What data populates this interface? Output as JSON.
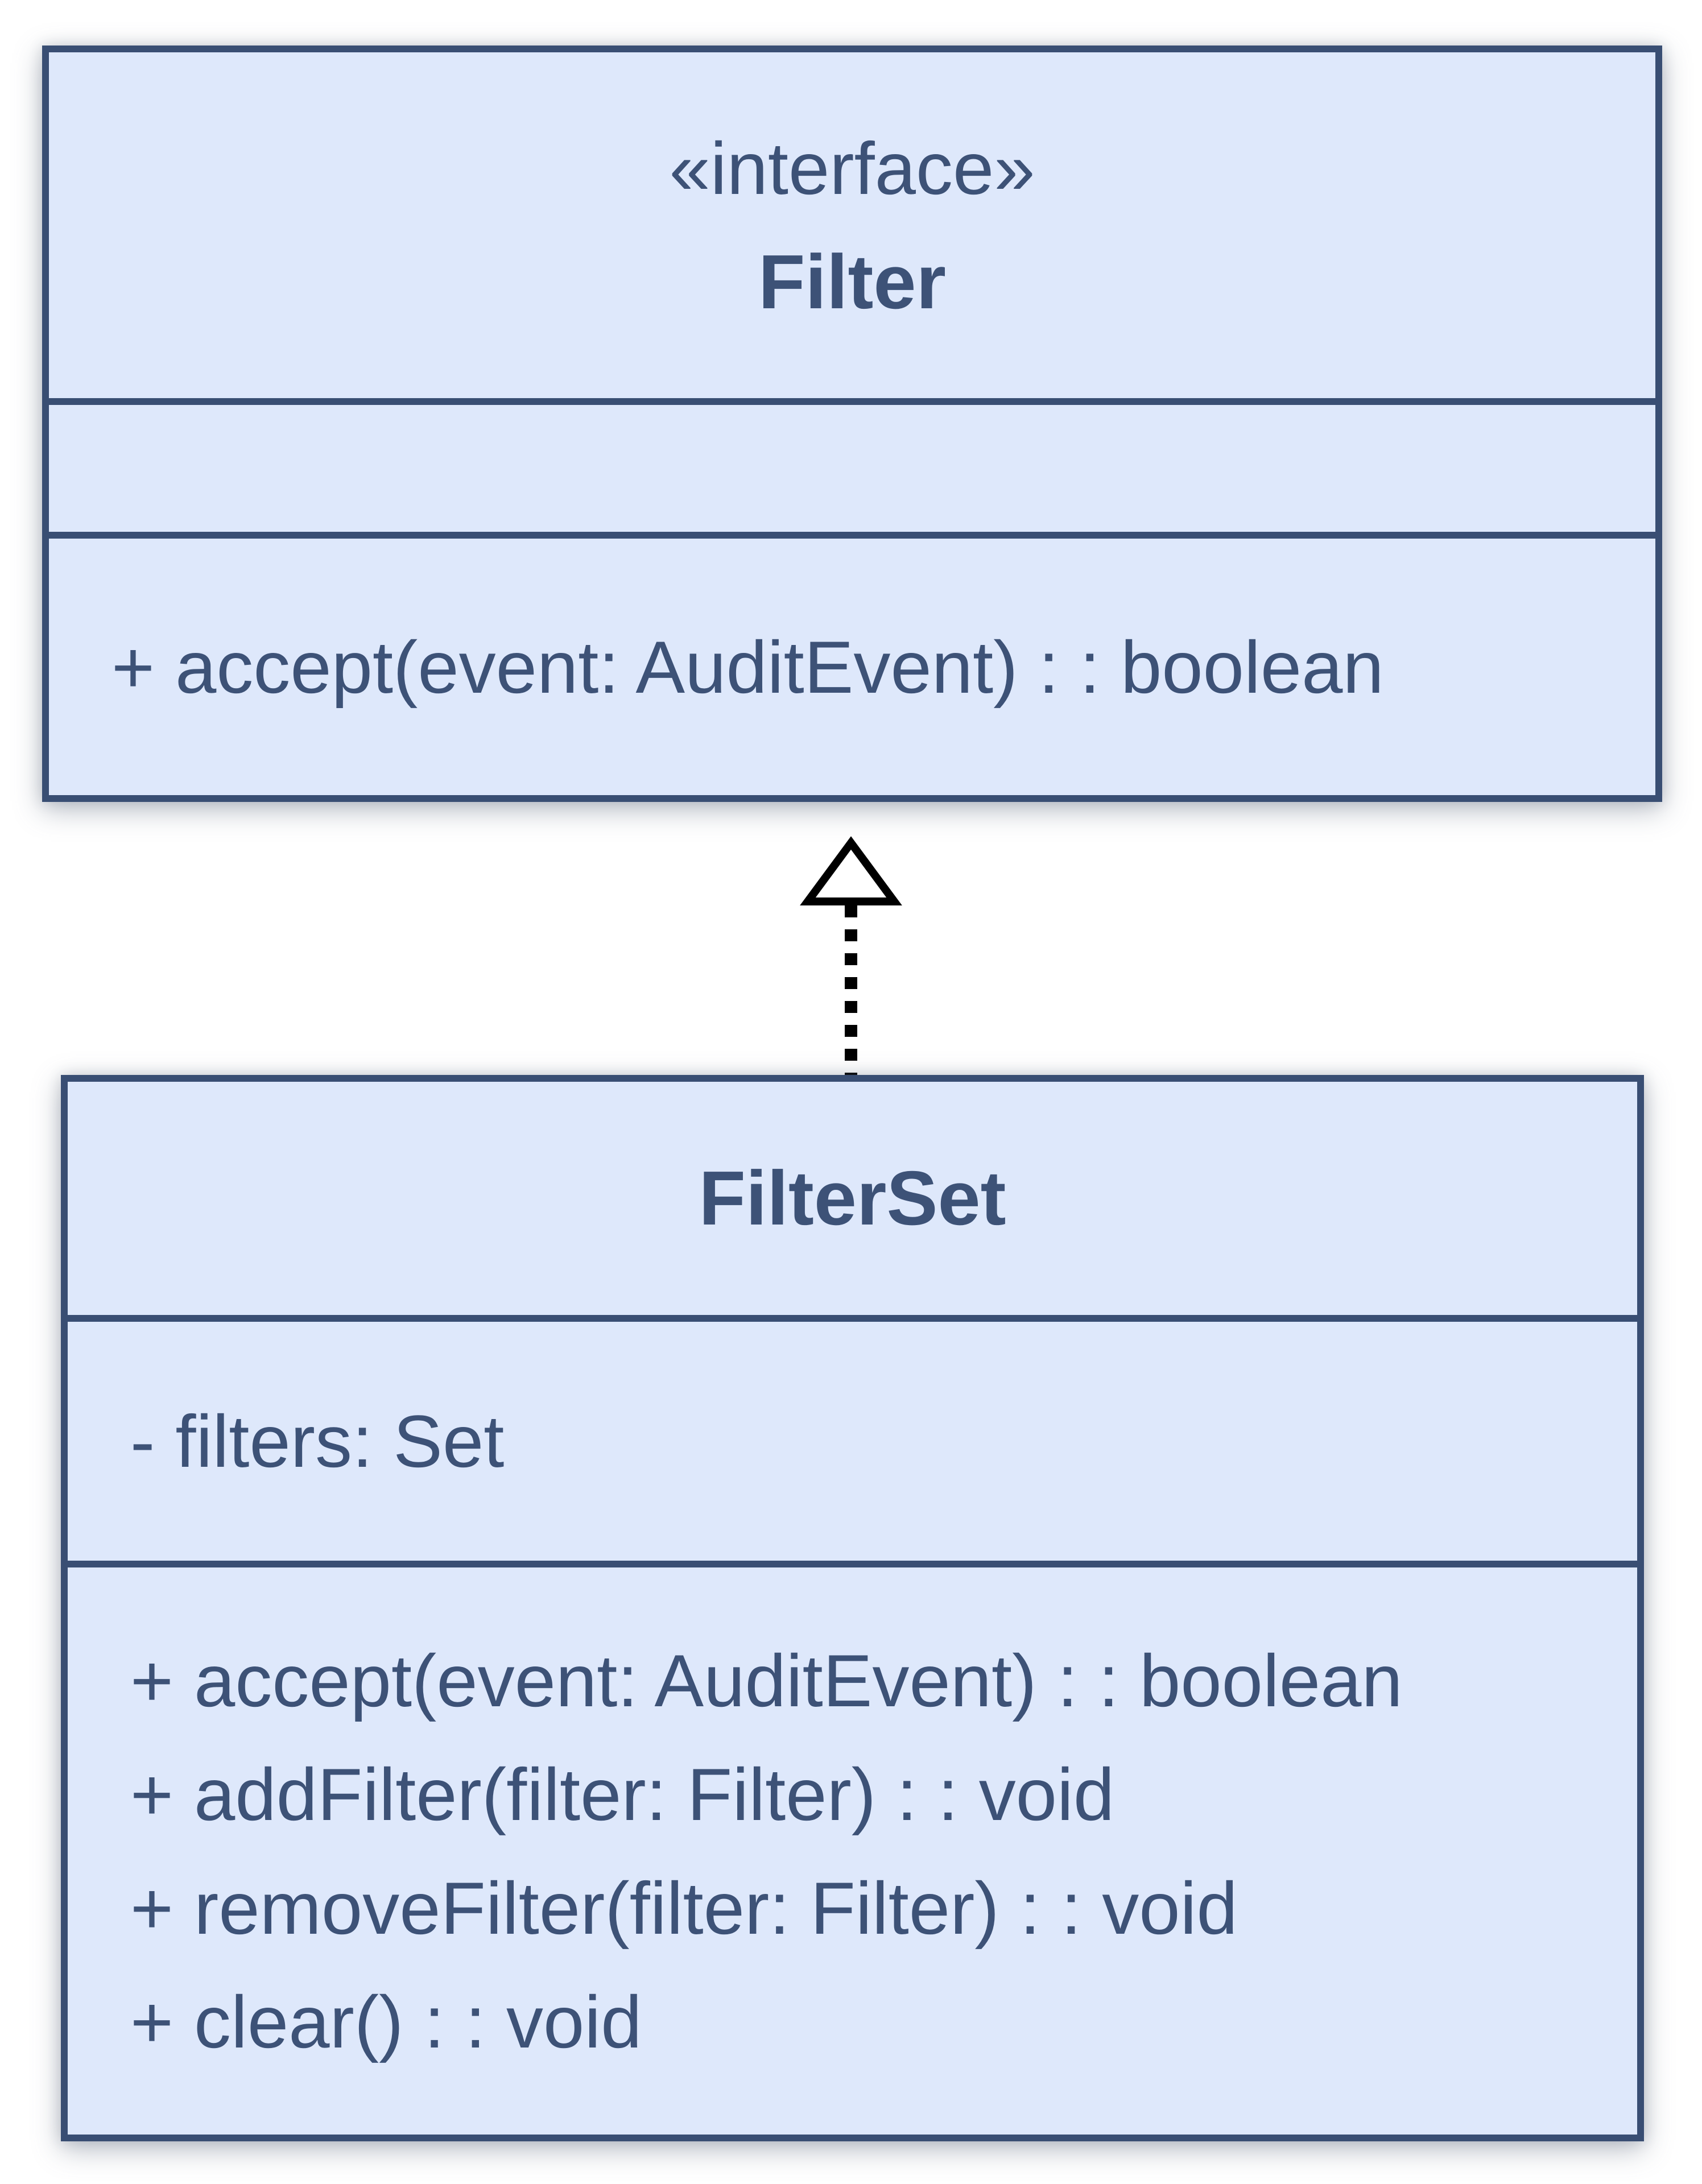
{
  "colors": {
    "box_fill": "#dee8fb",
    "box_border": "#394e73",
    "text": "#3d5277",
    "arrow": "#000000"
  },
  "interface_class": {
    "stereotype": "«interface»",
    "name": "Filter",
    "attributes": [],
    "methods": [
      "+ accept(event: AuditEvent) : : boolean"
    ]
  },
  "implementing_class": {
    "name": "FilterSet",
    "attributes": [
      "- filters: Set"
    ],
    "methods": [
      "+ accept(event: AuditEvent) : : boolean",
      "+ addFilter(filter: Filter) : : void",
      "+ removeFilter(filter: Filter) : : void",
      "+ clear() : : void"
    ]
  },
  "relationship": {
    "type": "realization",
    "from": "FilterSet",
    "to": "Filter"
  }
}
